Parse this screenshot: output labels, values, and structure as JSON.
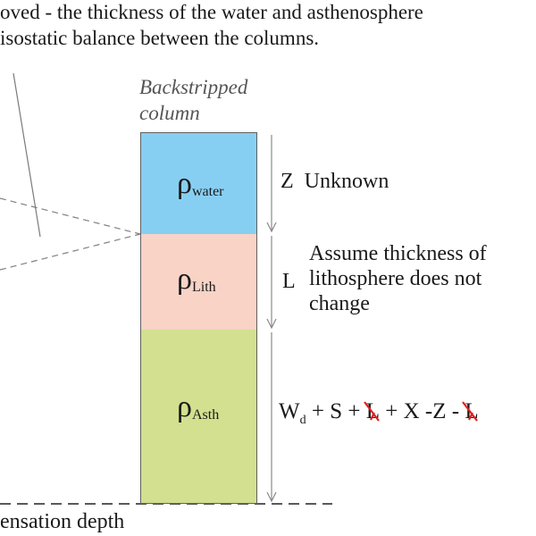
{
  "intro": {
    "line1": "oved - the thickness of the water and asthenosphere",
    "line2": "isostatic balance between the columns."
  },
  "column_heading": {
    "line1": "Backstripped",
    "line2": "column"
  },
  "layers": {
    "water": {
      "symbol": "ρ",
      "subscript": "water",
      "color": "#87cff2"
    },
    "lith": {
      "symbol": "ρ",
      "subscript": "Lith",
      "color": "#f8d3c6"
    },
    "asth": {
      "symbol": "ρ",
      "subscript": "Asth",
      "color": "#d2e08f"
    }
  },
  "annotations": {
    "z_symbol": "Z",
    "z_note": "Unknown",
    "l_symbol": "L",
    "l_note": [
      "Assume thickness of",
      "lithosphere does not",
      "change"
    ]
  },
  "formula": {
    "w": "W",
    "w_sub": "d",
    "part1": " + S + ",
    "struck1": "L",
    "part2": " + X -Z - ",
    "struck2": "L",
    "strike_color": "#e02020"
  },
  "bottom_label": "ensation depth"
}
